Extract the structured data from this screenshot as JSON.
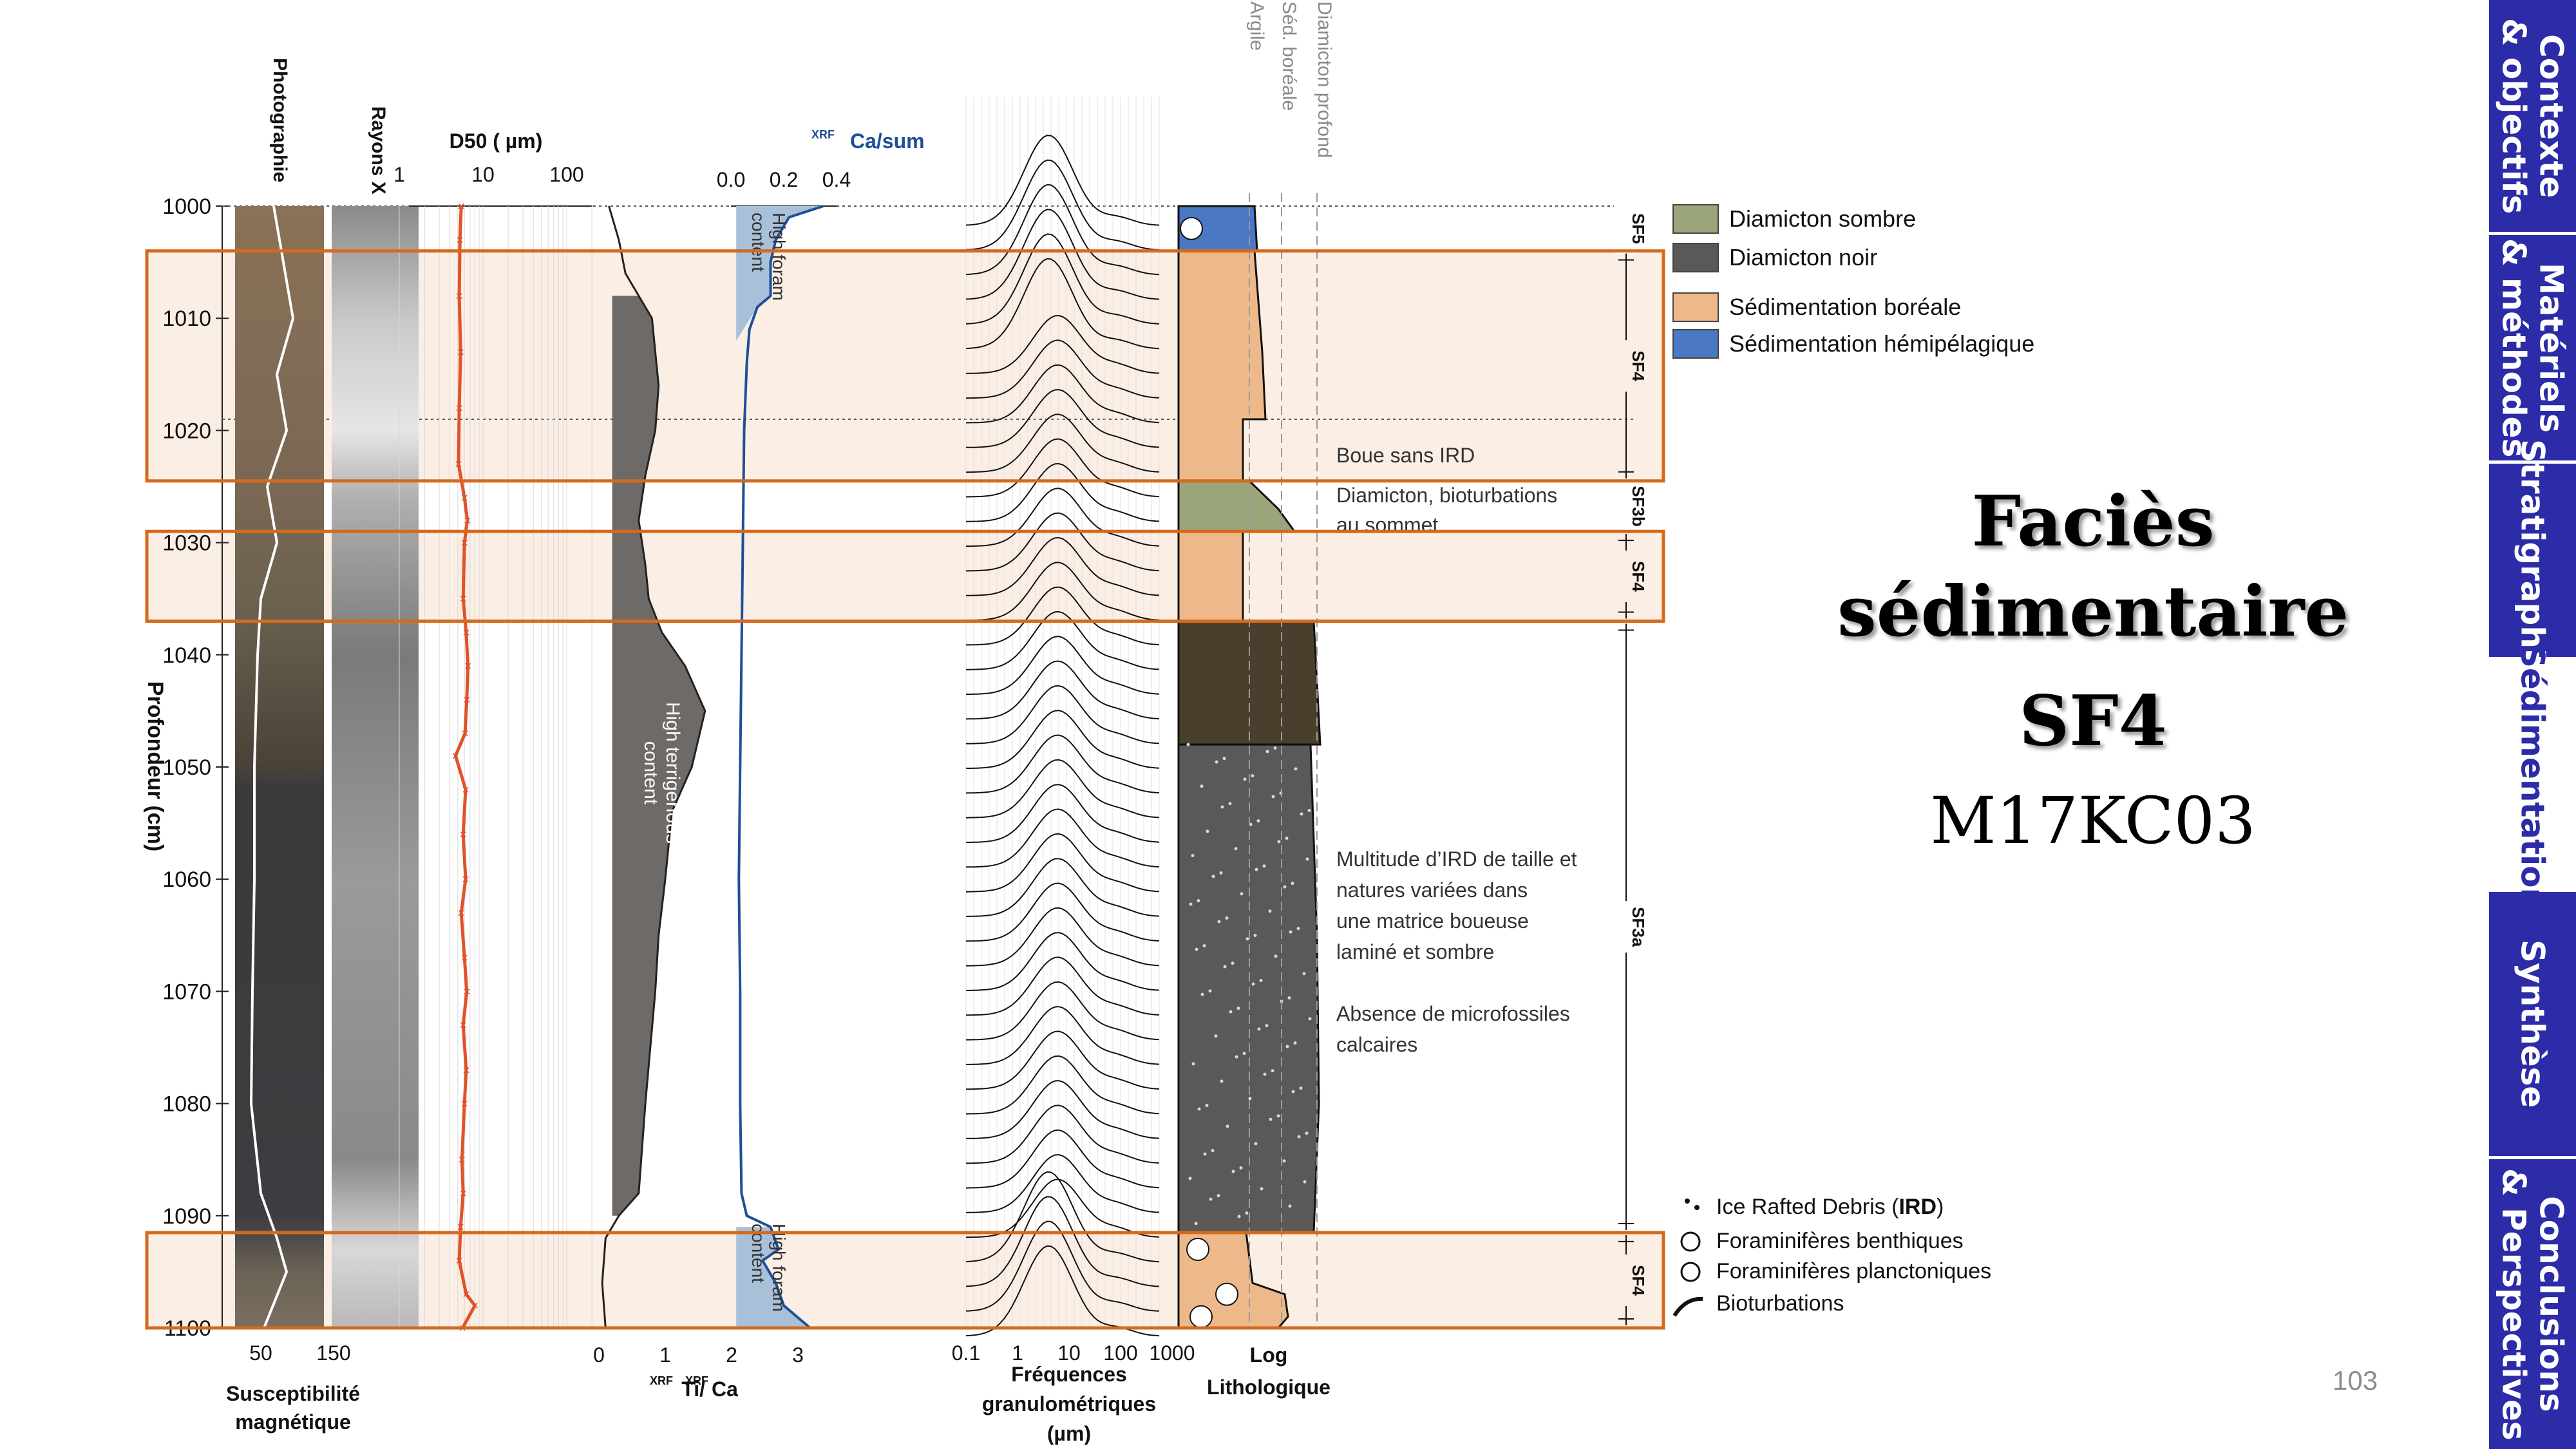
{
  "nav": {
    "tabs": [
      {
        "label": "Contexte\n& objectifs",
        "active": false
      },
      {
        "label": "Matériels\n& méthodes",
        "active": false
      },
      {
        "label": "Stratigraphie",
        "active": false
      },
      {
        "label": "Sédimentation",
        "active": true
      },
      {
        "label": "Synthèse",
        "active": false
      },
      {
        "label": "Conclusions\n& Perspectives",
        "active": false
      }
    ],
    "color": "#2c2ca8"
  },
  "title": {
    "line1": "Faciès",
    "line2": "sédimentaire",
    "line3": "SF4",
    "core": "M17KC03"
  },
  "page_number": "103",
  "figure": {
    "depth_axis": {
      "label": "Profondeur (cm)",
      "ticks": [
        "1000",
        "1010",
        "1020",
        "1030",
        "1040",
        "1050",
        "1060",
        "1070",
        "1080",
        "1090",
        "1100"
      ]
    },
    "columns": {
      "photo": "Photographie",
      "xray": "Rayons X",
      "d50": "D50 ( µm)",
      "ca": "Ca/sum",
      "ca_sup": "XRF",
      "ti": "Ti/",
      "ti_ca": "Ca",
      "ti_sup": "XRF",
      "freq": "Fréquences\ngranulométriques\n(µm)",
      "log": "Log\nLithologique",
      "susc": "Susceptibilité\nmagnétique"
    },
    "d50_ticks": [
      "1",
      "10",
      "100"
    ],
    "ca_ticks": [
      "0.0",
      "0.2",
      "0.4"
    ],
    "susc_ticks": [
      "50",
      "150"
    ],
    "ti_ticks": [
      "0",
      "1",
      "2",
      "3"
    ],
    "freq_ticks": [
      "0.1",
      "1",
      "10",
      "100",
      "1000"
    ],
    "grain_scale": [
      "Diamicton profond",
      "Séd. boréale",
      "Argile"
    ],
    "annotations": {
      "high_foram": "High foram\ncontent",
      "high_terr": "High terrigenous\ncontent",
      "boue": "Boue sans IRD",
      "diam_bio": "Diamicton, bioturbations\nau sommet",
      "multitude": "Multitude d’IRD de taille et\nnatures variées dans\nune matrice boueuse\nlaminé et sombre\n\nAbsence de microfossiles\ncalcaires"
    },
    "facies": [
      "SF5",
      "SF4",
      "SF3b",
      "SF4",
      "SF3a",
      "SF4"
    ],
    "legend": [
      {
        "label": "Diamicton sombre",
        "color": "#9aa67a"
      },
      {
        "label": "Diamicton noir",
        "color": "#595959"
      },
      {
        "label": "Sédimentation boréale",
        "color": "#eeb98a"
      },
      {
        "label": "Sédimentation hémipélagique",
        "color": "#4a78c5"
      }
    ],
    "symbols": [
      {
        "label": "Ice Rafted Debris (",
        "bold": "IRD",
        "end": ")"
      },
      {
        "label": "Foraminifères benthiques"
      },
      {
        "label": "Foraminifères planctoniques"
      },
      {
        "label": "Bioturbations"
      }
    ],
    "colors": {
      "d50": "#e0522a",
      "ca": "#1f4f99",
      "ti_fill": "#6e6a68",
      "sf4_band": "#d46a1e",
      "sf4_fill": "#fbeee4"
    }
  }
}
